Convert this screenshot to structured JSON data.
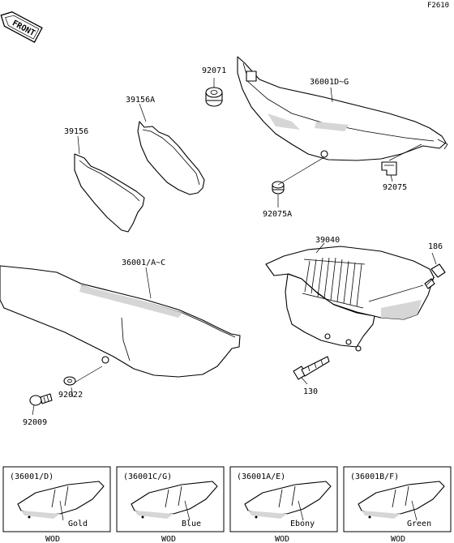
{
  "figure_code": "F2610",
  "front_label": "FRONT",
  "part_labels": {
    "p92071": "92071",
    "p36001dg": "36001D~G",
    "p39156a": "39156A",
    "p39156": "39156",
    "p92075": "92075",
    "p92075a": "92075A",
    "p39040": "39040",
    "p186": "186",
    "p36001ac": "36001/A~C",
    "p130": "130",
    "p92022": "92022",
    "p92009": "92009"
  },
  "variants": [
    {
      "code": "(36001/D)",
      "color": "Gold",
      "tag": "WOD"
    },
    {
      "code": "(36001C/G)",
      "color": "Blue",
      "tag": "WOD"
    },
    {
      "code": "(36001A/E)",
      "color": "Ebony",
      "tag": "WOD"
    },
    {
      "code": "(36001B/F)",
      "color": "Green",
      "tag": "WOD"
    }
  ]
}
